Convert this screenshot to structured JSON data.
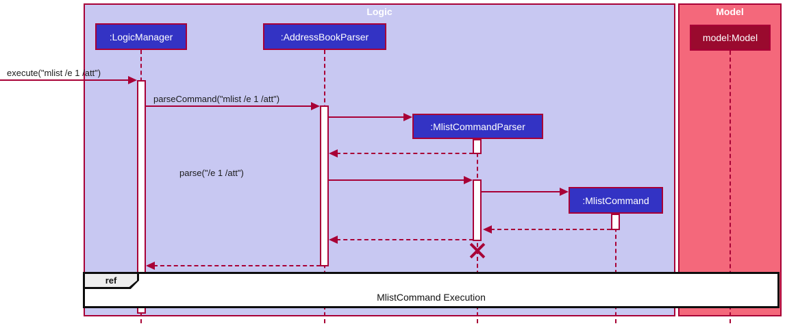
{
  "frames": {
    "logic": {
      "title": "Logic"
    },
    "model": {
      "title": "Model"
    }
  },
  "participants": {
    "logic_manager": {
      "label": ":LogicManager"
    },
    "address_book_parser": {
      "label": ":AddressBookParser"
    },
    "mlist_command_parser": {
      "label": ":MlistCommandParser"
    },
    "mlist_command": {
      "label": ":MlistCommand"
    },
    "model": {
      "label": "model:Model"
    }
  },
  "messages": {
    "execute": {
      "label": "execute(\"mlist /e 1 /att\")",
      "type": "solid"
    },
    "parse_command": {
      "label": "parseCommand(\"mlist /e 1 /att\")",
      "type": "solid"
    },
    "create_mlist_command_parser": {
      "label": "",
      "type": "create"
    },
    "return_parser_created": {
      "label": "",
      "type": "return"
    },
    "parse": {
      "label": "parse(\"/e 1 /att\")",
      "type": "solid"
    },
    "create_mlist_command": {
      "label": "",
      "type": "create"
    },
    "return_command_created": {
      "label": "",
      "type": "return"
    },
    "return_to_address_book_parser": {
      "label": "",
      "type": "return"
    },
    "return_to_logic_manager": {
      "label": "",
      "type": "return"
    }
  },
  "ref_fragment": {
    "keyword": "ref",
    "label": "MlistCommand Execution"
  },
  "colors": {
    "logic_frame_bg": "#C8C8F2",
    "model_frame_bg": "#F4687B",
    "participant_bg": "#3333C4",
    "model_participant_bg": "#9A0A2E",
    "line_color": "#A80036",
    "ref_border": "#0D0D0D",
    "ref_keyword_bg": "#EEEEEE",
    "title_text": "#FFFFFF"
  }
}
